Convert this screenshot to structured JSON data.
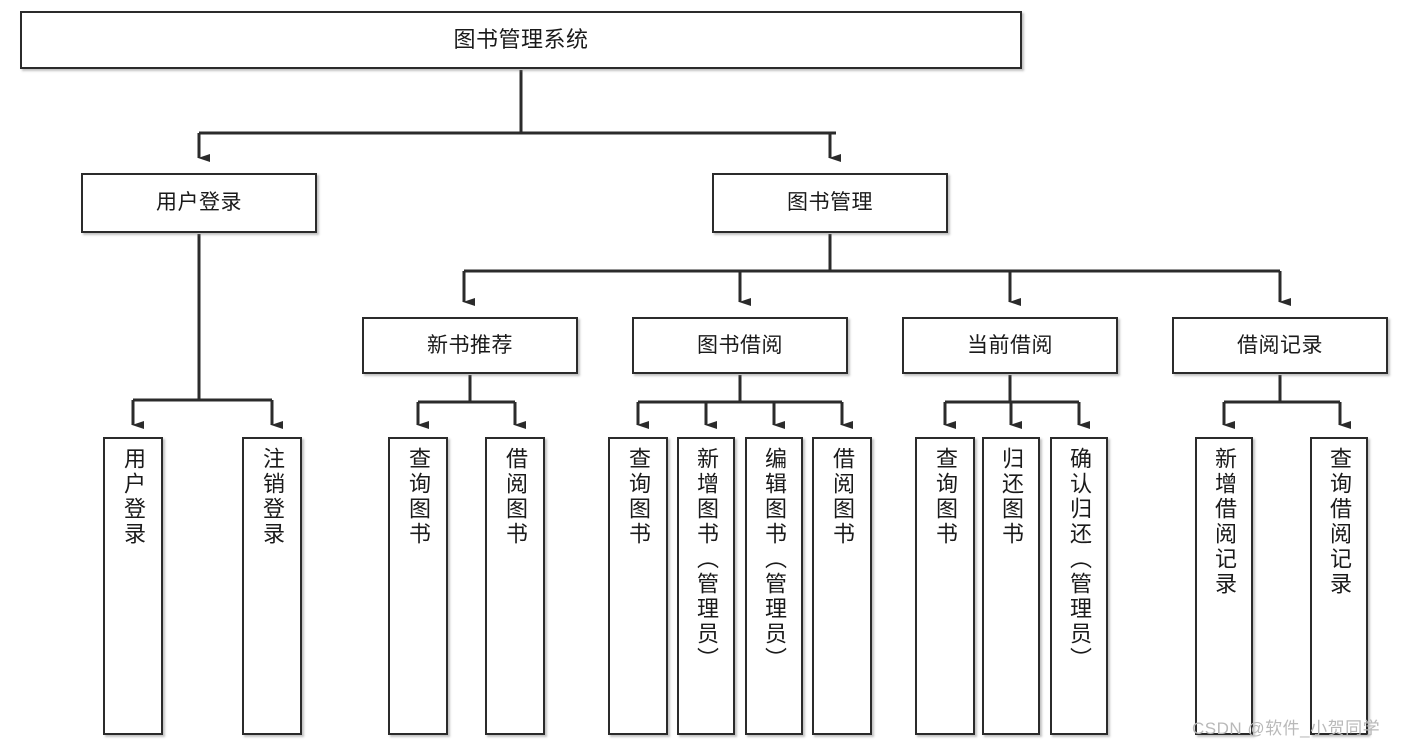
{
  "diagram": {
    "title": "图书管理系统",
    "type": "tree",
    "watermark": "CSDN @软件_小贺同学",
    "colors": {
      "box_border": "#2b2b2b",
      "box_fill": "#ffffff",
      "connector": "#2b2b2b",
      "text": "#1a1a1a",
      "watermark": "#b9b9b9"
    },
    "levels": {
      "root": [
        "图书管理系统"
      ],
      "level2": [
        "用户登录",
        "图书管理"
      ],
      "level3": [
        "新书推荐",
        "图书借阅",
        "当前借阅",
        "借阅记录"
      ],
      "leaves": [
        "用户登录",
        "注销登录",
        "查询图书",
        "借阅图书",
        "查询图书",
        "新增图书（管理员）",
        "编辑图书（管理员）",
        "借阅图书",
        "查询图书",
        "归还图书",
        "确认归还（管理员）",
        "新增借阅记录",
        "查询借阅记录"
      ]
    },
    "nodes": {
      "root": {
        "label": "图书管理系统"
      },
      "user_login": {
        "label": "用户登录"
      },
      "book_manage": {
        "label": "图书管理"
      },
      "new_book_rec": {
        "label": "新书推荐"
      },
      "book_borrow": {
        "label": "图书借阅"
      },
      "current_borrow": {
        "label": "当前借阅"
      },
      "borrow_record": {
        "label": "借阅记录"
      },
      "leaf_user_login": {
        "label": "用户登录"
      },
      "leaf_user_logout": {
        "label": "注销登录"
      },
      "leaf_query_book_1": {
        "label": "查询图书"
      },
      "leaf_borrow_book_1": {
        "label": "借阅图书"
      },
      "leaf_query_book_2": {
        "label": "查询图书"
      },
      "leaf_add_book": {
        "label": "新增图书（管理员）"
      },
      "leaf_edit_book": {
        "label": "编辑图书（管理员）"
      },
      "leaf_borrow_book_2": {
        "label": "借阅图书"
      },
      "leaf_query_book_3": {
        "label": "查询图书"
      },
      "leaf_return_book": {
        "label": "归还图书"
      },
      "leaf_confirm_return": {
        "label": "确认归还（管理员）"
      },
      "leaf_add_record": {
        "label": "新增借阅记录"
      },
      "leaf_query_record": {
        "label": "查询借阅记录"
      }
    }
  }
}
